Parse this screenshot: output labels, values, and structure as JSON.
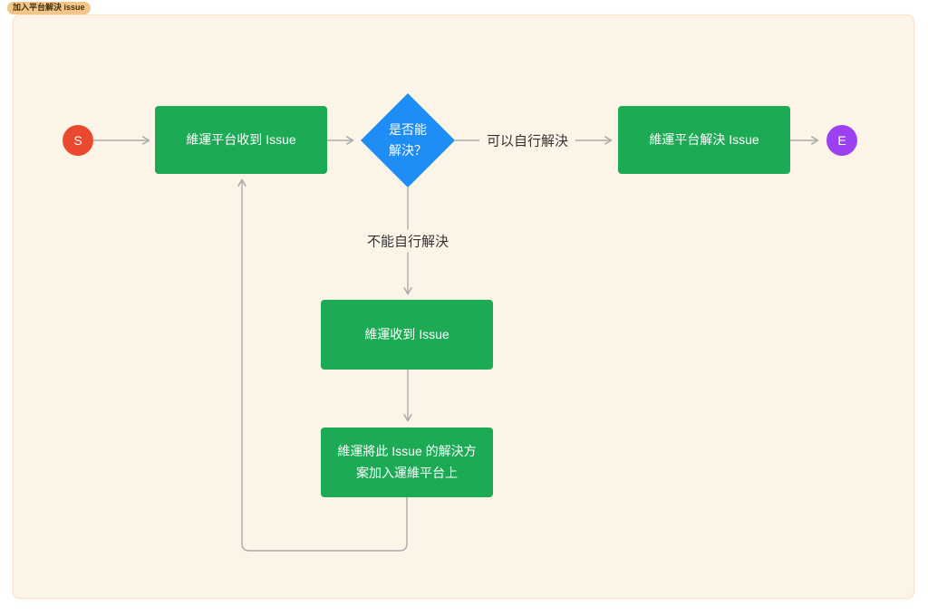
{
  "tag": {
    "label": "加入平台解決 issue"
  },
  "flowchart": {
    "start": {
      "label": "S"
    },
    "end": {
      "label": "E"
    },
    "nodes": {
      "box1": {
        "label": "維運平台收到 Issue"
      },
      "decision": {
        "line1": "是否能",
        "line2": "解決？"
      },
      "box2": {
        "label": "維運平台解決 Issue"
      },
      "box3": {
        "label": "維運收到 Issue"
      },
      "box4": {
        "label": "維運將此 Issue 的解決方案加入運維平台上"
      }
    },
    "edge_labels": {
      "yes": "可以自行解決",
      "no": "不能自行解決"
    }
  },
  "colors": {
    "process_green": "#1caa55",
    "decision_blue": "#1e8df6",
    "start_red": "#e8492f",
    "end_purple": "#9c41f2",
    "connector_gray": "#ababab",
    "canvas_cream": "#fdf4e8",
    "canvas_border": "#f9e1c5",
    "tag_orange": "#f2c689",
    "label_text": "#333333"
  }
}
